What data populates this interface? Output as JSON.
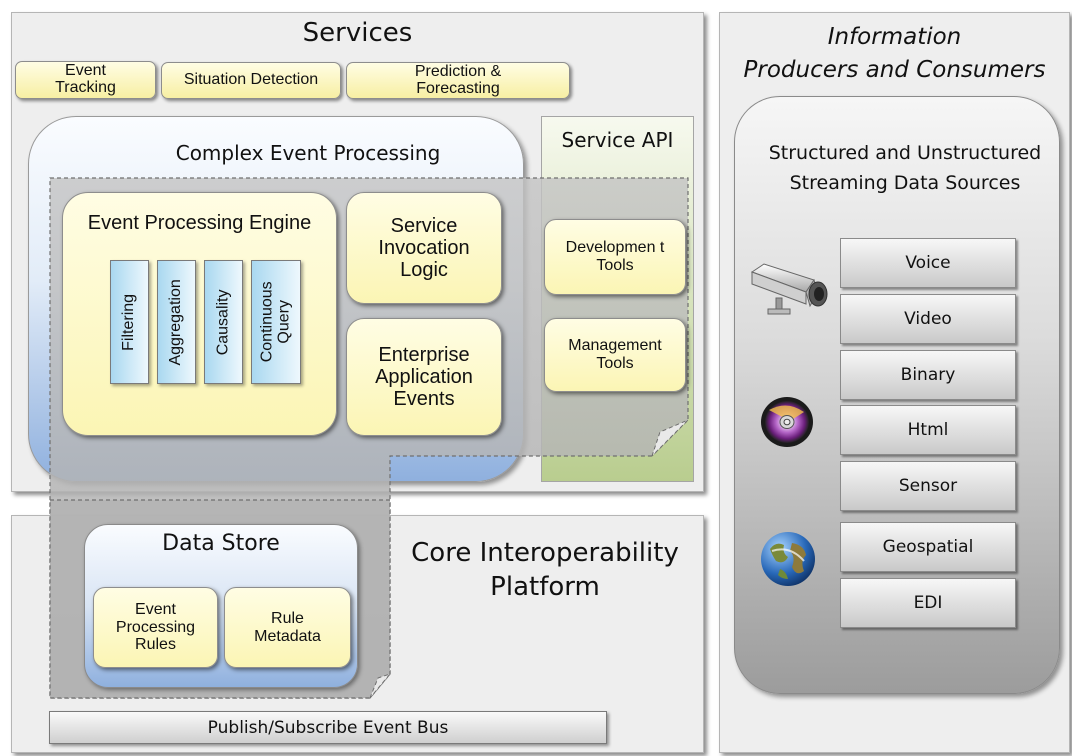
{
  "services": {
    "title": "Services",
    "top_boxes": [
      "Event Tracking",
      "Situation Detection",
      "Prediction & Forecasting"
    ]
  },
  "cep": {
    "title": "Complex Event Processing",
    "engine_title": "Event Processing Engine",
    "bars": [
      "Filtering",
      "Aggregation",
      "Causality",
      "Continuous Query"
    ],
    "service_invocation": "Service Invocation Logic",
    "enterprise_events": "Enterprise Application Events"
  },
  "service_api": {
    "title": "Service API",
    "dev_tools": "Developmen t Tools",
    "mgmt_tools": "Management Tools"
  },
  "core": {
    "title": "Core Interoperability Platform",
    "data_store_title": "Data Store",
    "rules": "Event Processing Rules",
    "rule_metadata": "Rule Metadata"
  },
  "bus": {
    "label": "Publish/Subscribe Event Bus"
  },
  "info": {
    "title_line1": "Information",
    "title_line2": "Producers and Consumers",
    "sources_line1": "Structured and Unstructured",
    "sources_line2": "Streaming Data Sources",
    "sources": [
      "Voice",
      "Video",
      "Binary",
      "Html",
      "Sensor",
      "Geospatial",
      "EDI"
    ],
    "icons": [
      "camera-icon",
      "disc-icon",
      "globe-icon"
    ]
  }
}
